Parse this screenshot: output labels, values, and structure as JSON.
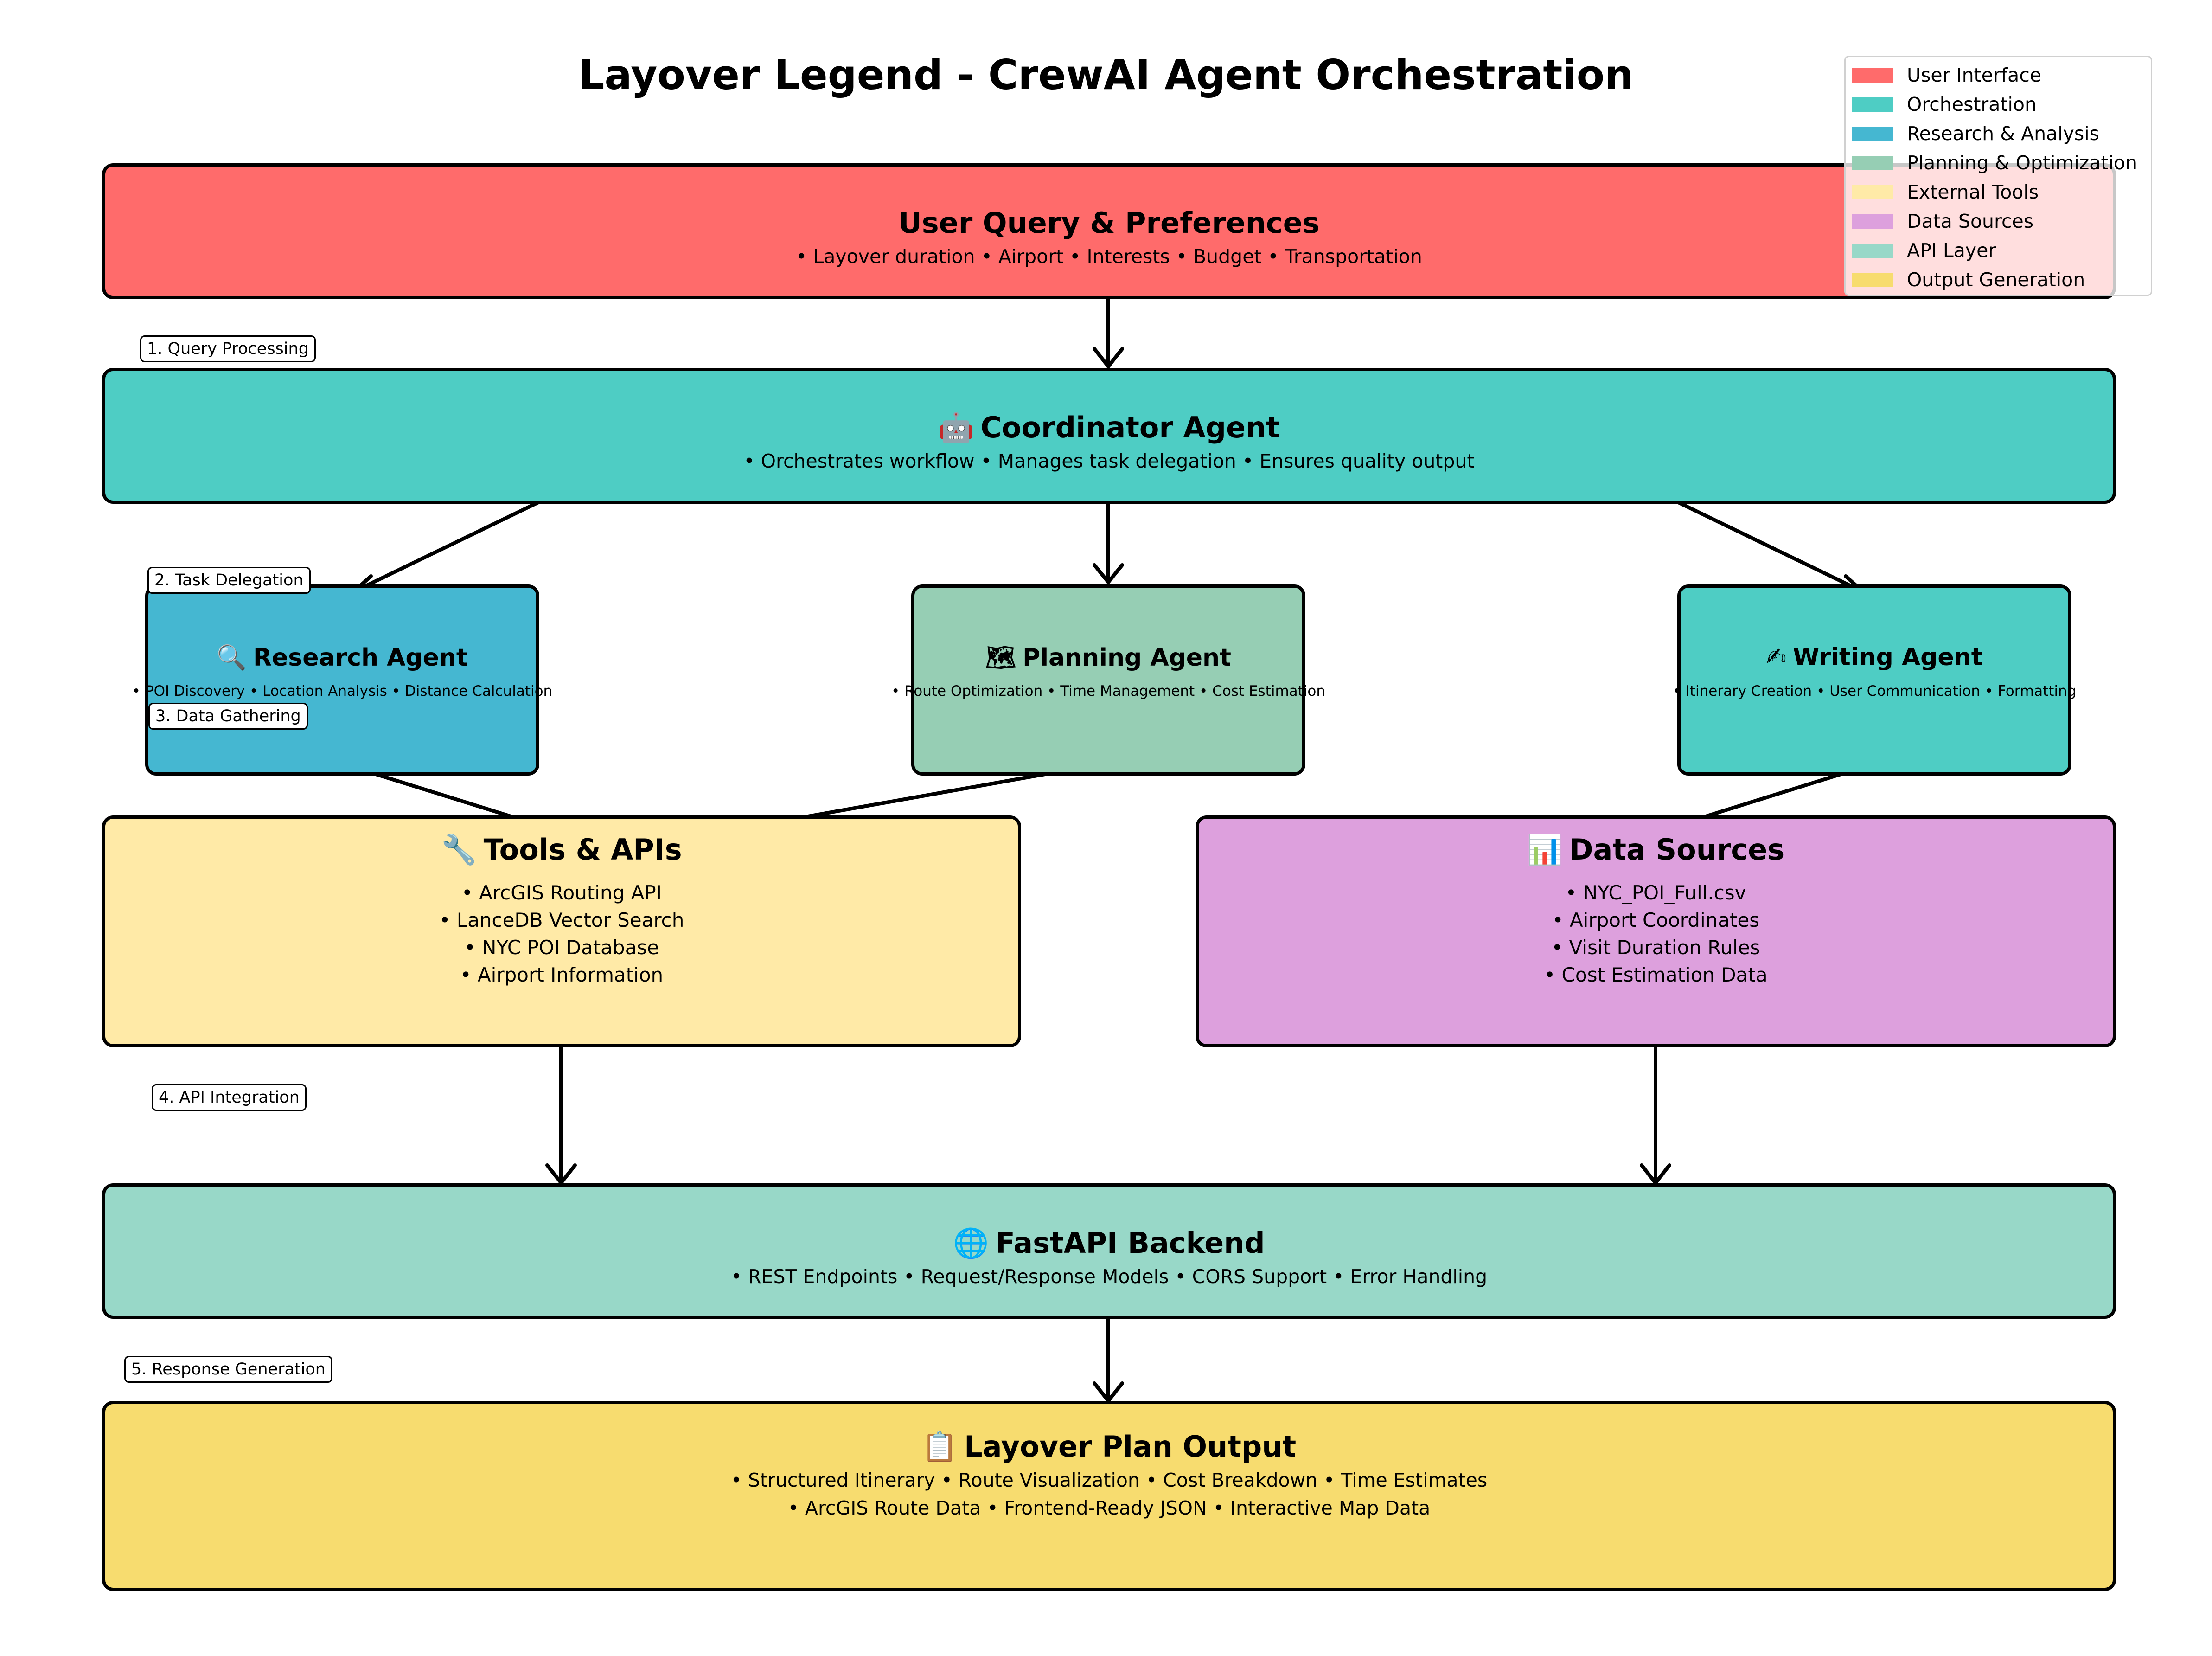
{
  "title": "Layover Legend - CrewAI Agent Orchestration",
  "colors": {
    "user_interface": "#FF6B6B",
    "orchestration": "#4ECDC4",
    "research": "#45B7D1",
    "planning": "#96CEB4",
    "external_tools": "#FFEAA7",
    "data_sources": "#DDA0DD",
    "api_layer": "#98D8C8",
    "output": "#F7DC6F"
  },
  "boxes": {
    "user_query": {
      "title": "User Query & Preferences",
      "subtitle": "• Layover duration • Airport • Interests • Budget • Transportation"
    },
    "coordinator": {
      "icon": "robot-icon",
      "glyph": "🤖",
      "title": "Coordinator Agent",
      "subtitle": "• Orchestrates workflow • Manages task delegation • Ensures quality output"
    },
    "research": {
      "icon": "magnifier-icon",
      "glyph": "🔍",
      "title": "Research Agent",
      "subtitle": "• POI Discovery • Location Analysis • Distance Calculation"
    },
    "planning": {
      "icon": "map-icon",
      "glyph": "🗺",
      "title": "Planning Agent",
      "subtitle": "• Route Optimization • Time Management • Cost Estimation"
    },
    "writing": {
      "icon": "writing-hand-icon",
      "glyph": "✍",
      "title": "Writing Agent",
      "subtitle": "• Itinerary Creation • User Communication • Formatting"
    },
    "tools": {
      "icon": "wrench-icon",
      "glyph": "🔧",
      "title": "Tools & APIs",
      "items": [
        "• ArcGIS Routing API",
        "• LanceDB Vector Search",
        "• NYC POI Database",
        "• Airport Information"
      ]
    },
    "data_sources": {
      "icon": "chart-icon",
      "glyph": "📊",
      "title": "Data Sources",
      "items": [
        "• NYC_POI_Full.csv",
        "• Airport Coordinates",
        "• Visit Duration Rules",
        "• Cost Estimation Data"
      ]
    },
    "fastapi": {
      "icon": "globe-icon",
      "glyph": "🌐",
      "title": "FastAPI Backend",
      "subtitle": "• REST Endpoints • Request/Response Models • CORS Support • Error Handling"
    },
    "output": {
      "icon": "clipboard-icon",
      "glyph": "📋",
      "title": "Layover Plan Output",
      "line1": "• Structured Itinerary • Route Visualization • Cost Breakdown • Time Estimates",
      "line2": "• ArcGIS Route Data • Frontend-Ready JSON • Interactive Map Data"
    }
  },
  "steps": [
    "1. Query Processing",
    "2. Task Delegation",
    "3. Data Gathering",
    "4. API Integration",
    "5. Response Generation"
  ],
  "legend": [
    {
      "label": "User Interface",
      "color": "#FF6B6B"
    },
    {
      "label": "Orchestration",
      "color": "#4ECDC4"
    },
    {
      "label": "Research & Analysis",
      "color": "#45B7D1"
    },
    {
      "label": "Planning & Optimization",
      "color": "#96CEB4"
    },
    {
      "label": "External Tools",
      "color": "#FFEAA7"
    },
    {
      "label": "Data Sources",
      "color": "#DDA0DD"
    },
    {
      "label": "API Layer",
      "color": "#98D8C8"
    },
    {
      "label": "Output Generation",
      "color": "#F7DC6F"
    }
  ]
}
